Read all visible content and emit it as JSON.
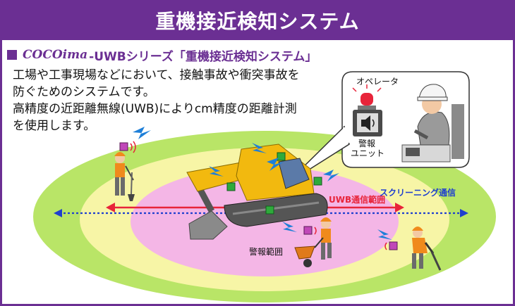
{
  "title": "重機接近検知システム",
  "subtitle": {
    "brand": "COCOima",
    "rest": "-UWBシリーズ「重機接近検知システム」"
  },
  "description": [
    "工場や工事現場などにおいて、接触事故や衝突事故を",
    "防ぐためのシステムです。",
    "高精度の近距離無線(UWB)によりcm精度の距離計測",
    "を使用します。"
  ],
  "labels": {
    "operator": "オペレータ",
    "alarm_unit_line1": "警報",
    "alarm_unit_line2": "ユニット",
    "uwb_range": "UWB通信範囲",
    "screening": "スクリーニング通信",
    "alarm_range": "警報範囲"
  },
  "colors": {
    "title_bg": "#6b2f93",
    "outer_zone": "#b9e567",
    "middle_zone": "#f7f5a6",
    "inner_zone": "#f4b6e6",
    "uwb_arrow": "#e8243a",
    "screening_arrow": "#1f3fcf",
    "excavator": "#f2b90f",
    "tag": "#c048b8",
    "sensor": "#2eaa3b",
    "wave": "#1e7fd8"
  }
}
